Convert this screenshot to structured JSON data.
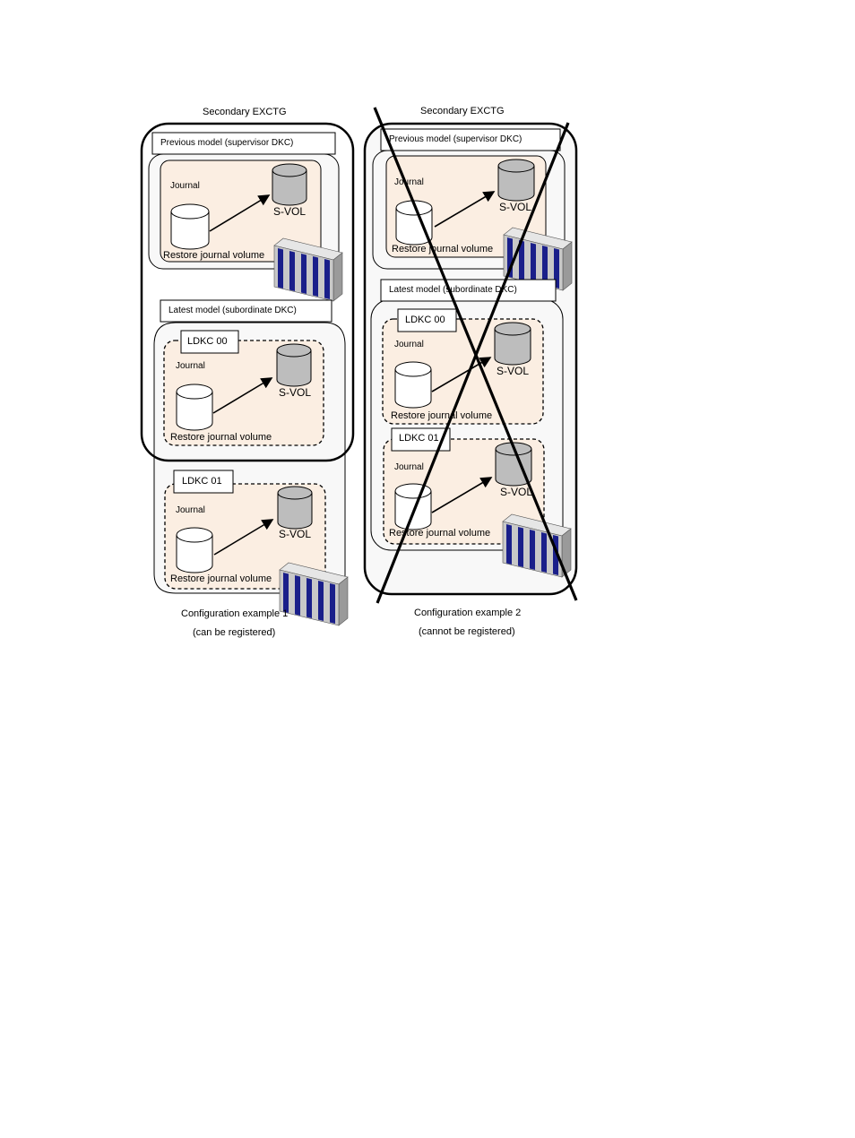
{
  "colors": {
    "journal_fill": "#fbeee2",
    "container_fill": "#f8f8f8",
    "svol_fill": "#bdbdbd",
    "jvol_fill": "#ffffff",
    "storage_blue": "#1a1f8a",
    "storage_gray": "#c8c8c8"
  },
  "icons": {
    "cylinder": "disk-cylinder-icon",
    "storage": "storage-system-icon",
    "cross": "x-mark"
  },
  "left": {
    "title": "Secondary EXCTG",
    "previous_label": "Previous model (supervisor DKC)",
    "previous_journal": {
      "journal_label": "Journal",
      "svol_label": "S-VOL",
      "restore_label": "Restore journal volume"
    },
    "latest_label": "Latest model (subordinate DKC)",
    "ldkc00": {
      "tag": "LDKC 00",
      "journal_label": "Journal",
      "svol_label": "S-VOL",
      "restore_label": "Restore journal volume"
    },
    "ldkc01": {
      "tag": "LDKC 01",
      "journal_label": "Journal",
      "svol_label": "S-VOL",
      "restore_label": "Restore journal volume"
    },
    "caption1": "Configuration example 1",
    "caption2": "(can be registered)"
  },
  "right": {
    "title": "Secondary EXCTG",
    "previous_label": "Previous model (supervisor DKC)",
    "previous_journal": {
      "journal_label": "Journal",
      "svol_label": "S-VOL",
      "restore_label": "Restore journal volume"
    },
    "latest_label": "Latest model (subordinate DKC)",
    "ldkc00": {
      "tag": "LDKC 00",
      "journal_label": "Journal",
      "svol_label": "S-VOL",
      "restore_label": "Restore journal volume"
    },
    "ldkc01": {
      "tag": "LDKC 01",
      "journal_label": "Journal",
      "svol_label": "S-VOL",
      "restore_label": "Restore journal volume"
    },
    "caption1": "Configuration example 2",
    "caption2": "(cannot be registered)"
  }
}
